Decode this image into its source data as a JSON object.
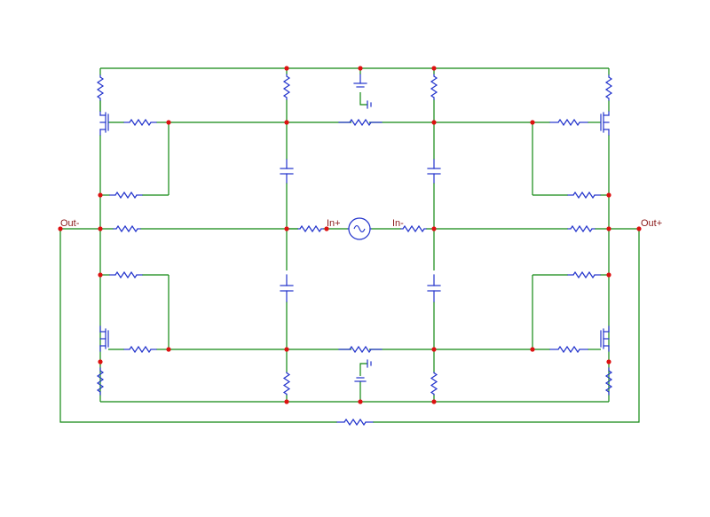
{
  "labels": {
    "out_minus": "Out-",
    "out_plus": "Out+",
    "in_plus": "In+",
    "in_minus": "In-"
  },
  "colors": {
    "wire": "#118811",
    "component": "#2233cc",
    "node": "#dd1111",
    "label": "#8b1a1a",
    "background": "#ffffff"
  }
}
